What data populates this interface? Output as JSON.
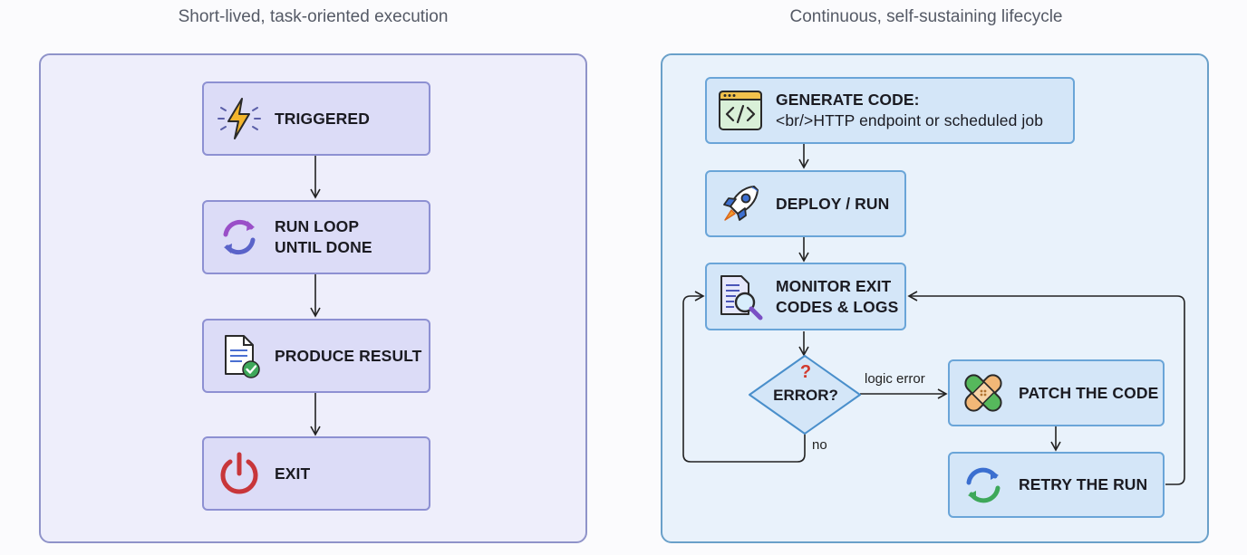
{
  "left": {
    "title": "Short-lived, task-oriented execution",
    "steps": {
      "triggered": "TRIGGERED",
      "run_loop_1": "RUN LOOP",
      "run_loop_2": "UNTIL DONE",
      "produce": "PRODUCE RESULT",
      "exit": "EXIT"
    }
  },
  "right": {
    "title": "Continuous, self-sustaining lifecycle",
    "steps": {
      "generate": "GENERATE CODE:",
      "generate_sub": "<br/>HTTP endpoint or scheduled job",
      "deploy": "DEPLOY / RUN",
      "monitor_1": "MONITOR EXIT",
      "monitor_2": "CODES & LOGS",
      "decision_mark": "?",
      "decision": "ERROR?",
      "patch": "PATCH THE CODE",
      "retry": "RETRY THE RUN"
    },
    "edges": {
      "logic_error": "logic error",
      "no": "no"
    }
  },
  "colors": {
    "left_panel": "#eeeefb",
    "right_panel": "#e9f2fb",
    "purple_box": "#dcdcf7",
    "blue_box": "#d4e6f8",
    "error_mark": "#d23a2e"
  },
  "icons": {
    "triggered": "lightning-icon",
    "run_loop": "cycle-arrows-icon",
    "produce": "document-check-icon",
    "exit": "power-icon",
    "generate": "code-window-icon",
    "deploy": "rocket-icon",
    "monitor": "document-magnifier-icon",
    "patch": "bandage-icon",
    "retry": "refresh-arrows-icon"
  }
}
